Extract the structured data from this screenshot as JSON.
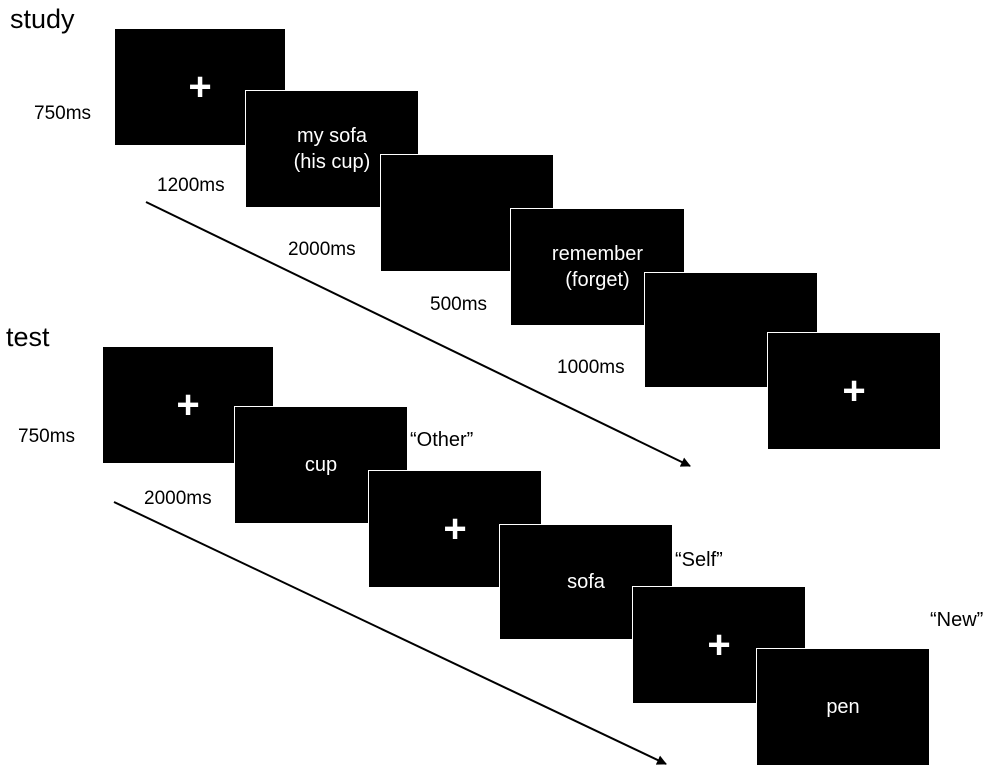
{
  "study": {
    "heading": "study",
    "timings": {
      "fixation": "750ms",
      "encoding": "1200ms",
      "blank": "2000ms",
      "cue": "500ms",
      "iti": "1000ms"
    },
    "screens": {
      "fixation": "+",
      "encoding": "my  sofa\n(his cup)",
      "cue": "remember\n(forget)",
      "end_fixation": "+"
    }
  },
  "test": {
    "heading": "test",
    "timings": {
      "fixation": "750ms",
      "probe": "2000ms"
    },
    "screens": {
      "fixation1": "+",
      "probe1": "cup",
      "fixation2": "+",
      "probe2": "sofa",
      "fixation3": "+",
      "probe3": "pen"
    },
    "responses": {
      "probe1": "“Other”",
      "probe2": "“Self”",
      "probe3": "“New”"
    }
  },
  "colors": {
    "screen_fill": "#000000",
    "screen_text": "#ffffff",
    "background": "#ffffff"
  }
}
